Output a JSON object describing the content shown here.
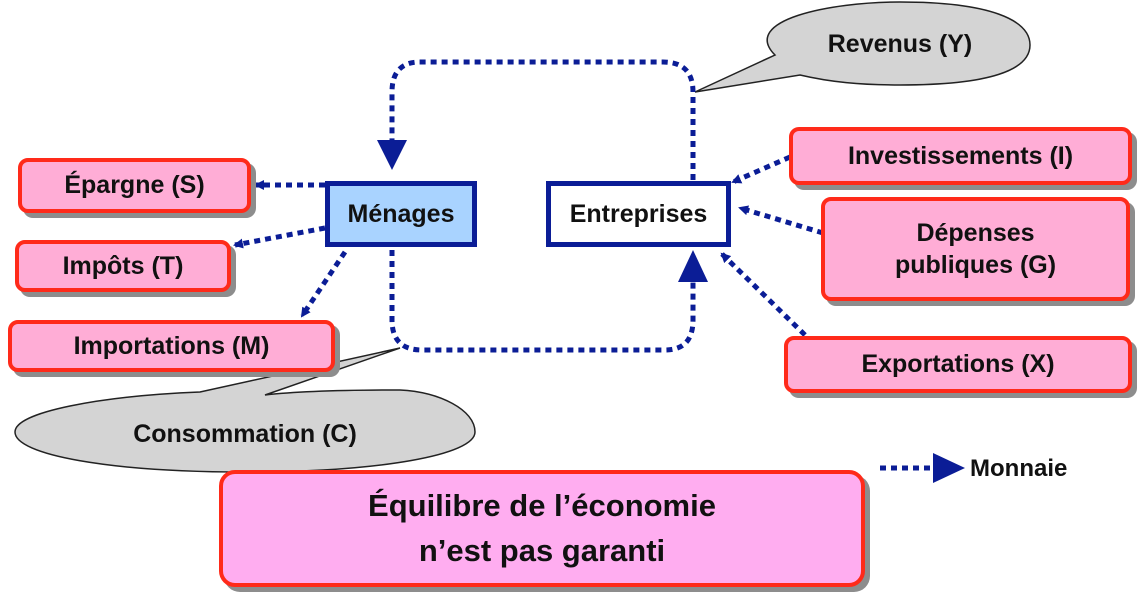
{
  "actors": {
    "menages": "Ménages",
    "entreprises": "Entreprises"
  },
  "leaks": {
    "epargne": "Épargne (S)",
    "impots": "Impôts (T)",
    "importations": "Importations (M)"
  },
  "injections": {
    "investissements": "Investissements (I)",
    "depenses_line1": "Dépenses",
    "depenses_line2": "publiques (G)",
    "exportations": "Exportations (X)"
  },
  "flows": {
    "revenus": "Revenus (Y)",
    "consommation": "Consommation (C)"
  },
  "legend": {
    "label": "Monnaie"
  },
  "conclusion": {
    "line1": "Équilibre de l’économie",
    "line2": "n’est pas garanti"
  },
  "colors": {
    "flow": "#0b1d96",
    "box_fill": "#ffadd6",
    "box_border": "#ff2a1a",
    "menages_fill": "#a9d3ff",
    "bubble_fill": "#d4d4d4",
    "conclusion_fill": "#ffadf0"
  }
}
